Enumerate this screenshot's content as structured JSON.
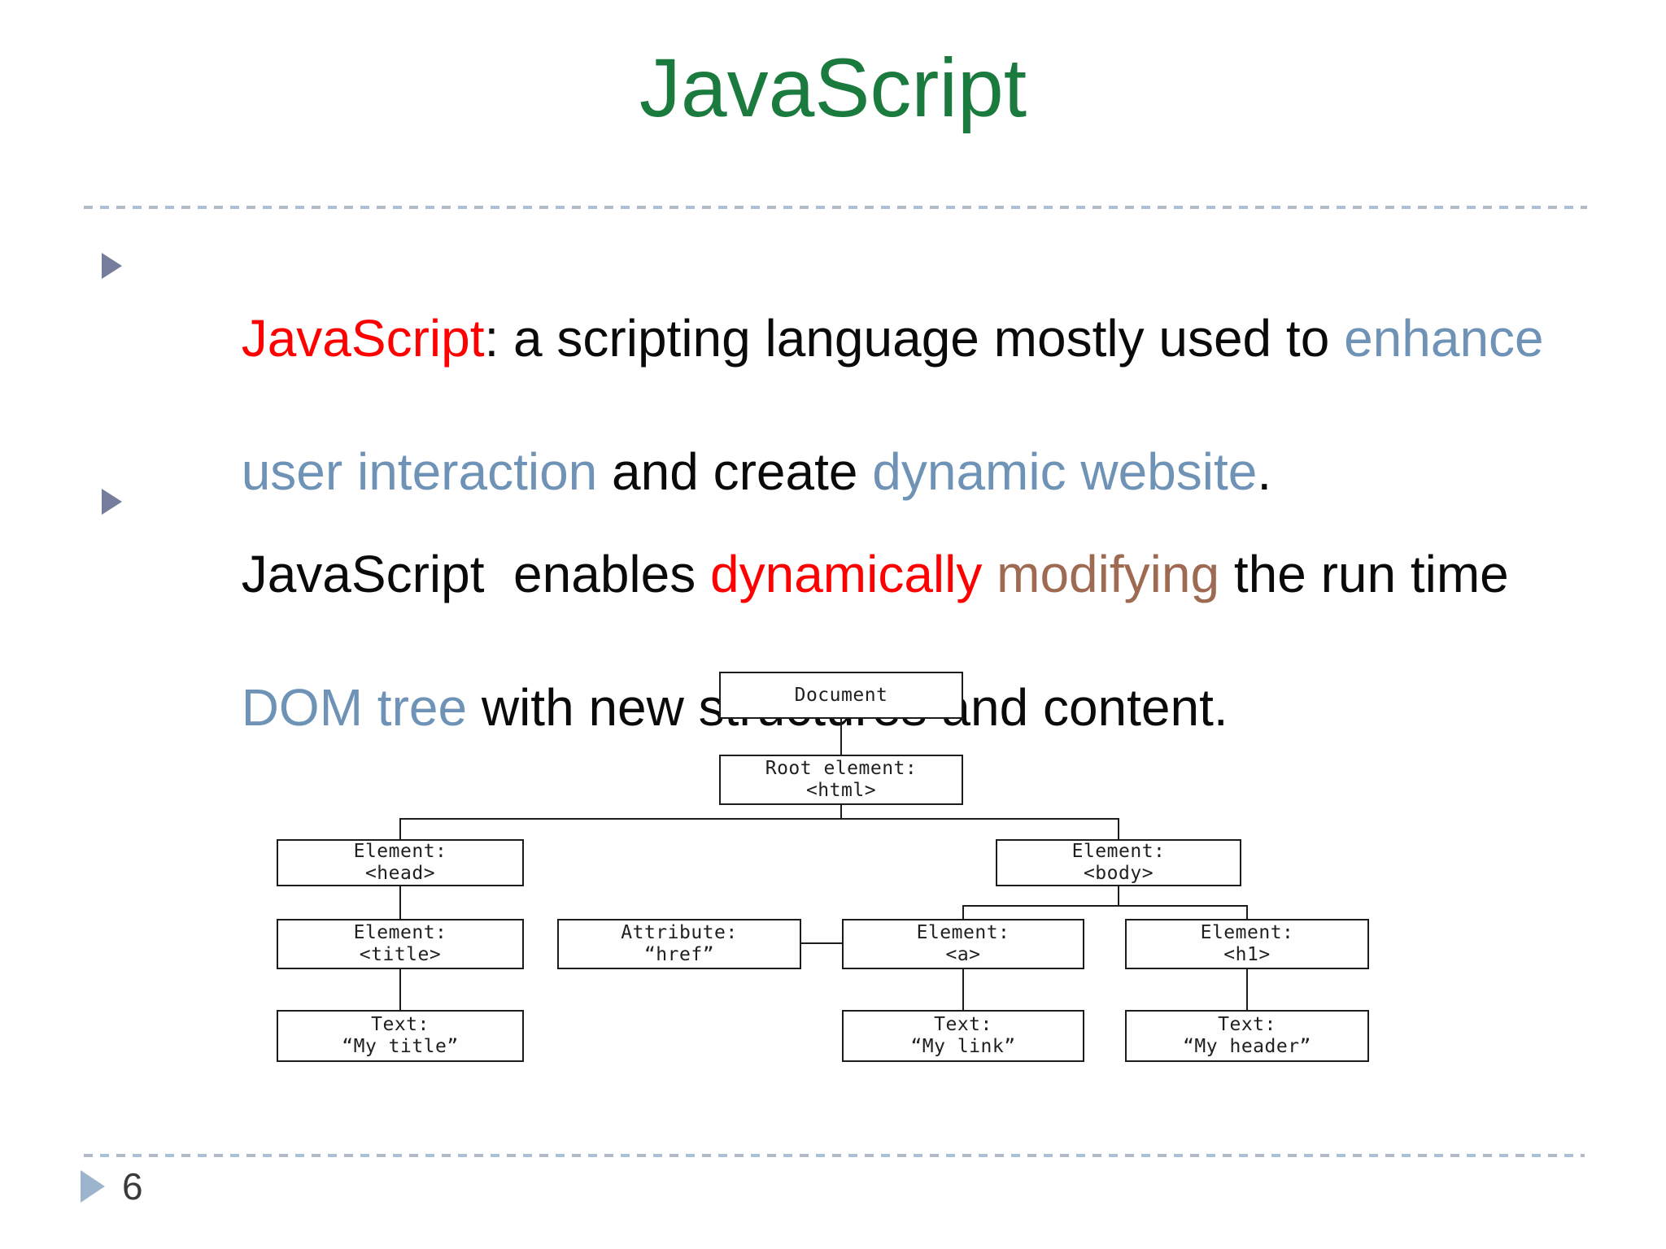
{
  "title": "JavaScript",
  "colors": {
    "title_green": "#1b7a3d",
    "emphasis_red": "#ff0000",
    "emphasis_blue": "#6e93b6",
    "emphasis_brown": "#9e6a52",
    "bullet_marker_slate": "#767c9c",
    "footer_marker_blue": "#9cb5cd",
    "divider_gray": "#b1bac6"
  },
  "bullets": [
    {
      "lines": [
        {
          "segments": [
            {
              "text": "JavaScript",
              "color": "red"
            },
            {
              "text": ": a scripting language mostly used to ",
              "color": "black"
            },
            {
              "text": "enhance",
              "color": "blue"
            }
          ]
        },
        {
          "segments": [
            {
              "text": "user interaction",
              "color": "blue"
            },
            {
              "text": " and create ",
              "color": "black"
            },
            {
              "text": "dynamic website",
              "color": "blue"
            },
            {
              "text": ".",
              "color": "black"
            }
          ]
        }
      ]
    },
    {
      "lines": [
        {
          "segments": [
            {
              "text": "JavaScript  enables ",
              "color": "black"
            },
            {
              "text": "dynamically",
              "color": "red"
            },
            {
              "text": " ",
              "color": "black"
            },
            {
              "text": "modifying",
              "color": "brown"
            },
            {
              "text": " the run time",
              "color": "black"
            }
          ]
        },
        {
          "segments": [
            {
              "text": "DOM tree",
              "color": "blue"
            },
            {
              "text": " with new structures and content.",
              "color": "black"
            }
          ]
        }
      ]
    }
  ],
  "diagram": {
    "nodes": {
      "document": {
        "line1": "Document",
        "line2": ""
      },
      "root": {
        "line1": "Root element:",
        "line2": "<html>"
      },
      "head": {
        "line1": "Element:",
        "line2": "<head>"
      },
      "body": {
        "line1": "Element:",
        "line2": "<body>"
      },
      "title_el": {
        "line1": "Element:",
        "line2": "<title>"
      },
      "attr": {
        "line1": "Attribute:",
        "line2": "“href”"
      },
      "a_el": {
        "line1": "Element:",
        "line2": "<a>"
      },
      "h1_el": {
        "line1": "Element:",
        "line2": "<h1>"
      },
      "text_title": {
        "line1": "Text:",
        "line2": "“My title”"
      },
      "text_link": {
        "line1": "Text:",
        "line2": "“My link”"
      },
      "text_header": {
        "line1": "Text:",
        "line2": "“My header”"
      }
    }
  },
  "footer": {
    "page_number": "6"
  }
}
